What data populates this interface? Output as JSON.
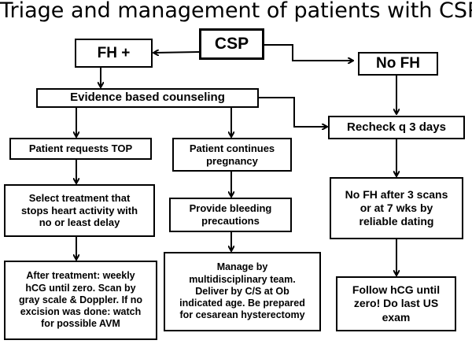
{
  "title": "Triage and management of patients with CSP",
  "nodes": {
    "csp": "CSP",
    "fh_positive": "FH +",
    "no_fh": "No FH",
    "counseling": "Evidence based counseling",
    "recheck": "Recheck q 3 days",
    "requests_top": "Patient requests TOP",
    "continues_pregnancy": "Patient continues\npregnancy",
    "select_treatment": "Select treatment that\nstops heart activity with\nno or least  delay",
    "bleeding_precautions": "Provide bleeding\nprecautions",
    "no_fh_after_scans": "No FH after 3 scans\nor at 7 wks by\nreliable dating",
    "after_treatment": "After treatment: weekly\nhCG until zero.  Scan by\ngray scale & Doppler.  If no\nexcision was done: watch\nfor possible AVM",
    "multidisciplinary": "Manage by\nmultidisciplinary team.\nDeliver  by C/S  at Ob\nindicated age. Be prepared\nfor cesarean hysterectomy",
    "follow_hcg": "Follow hCG until\nzero! Do last US\nexam"
  }
}
